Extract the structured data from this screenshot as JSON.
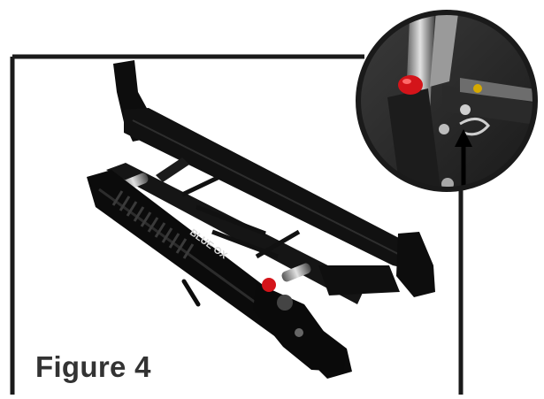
{
  "figure": {
    "caption": "Figure 4",
    "brand_mark": "BLUE OX",
    "colors": {
      "frame": "#1a1a1a",
      "metal": "#0d0d0d",
      "spring": "#2b2b2b",
      "red_knob": "#d4141a",
      "chrome": "#c8c8c8",
      "caption": "#333333"
    },
    "callout": {
      "shape": "circle-inset",
      "pointer": "arrow-up"
    }
  }
}
